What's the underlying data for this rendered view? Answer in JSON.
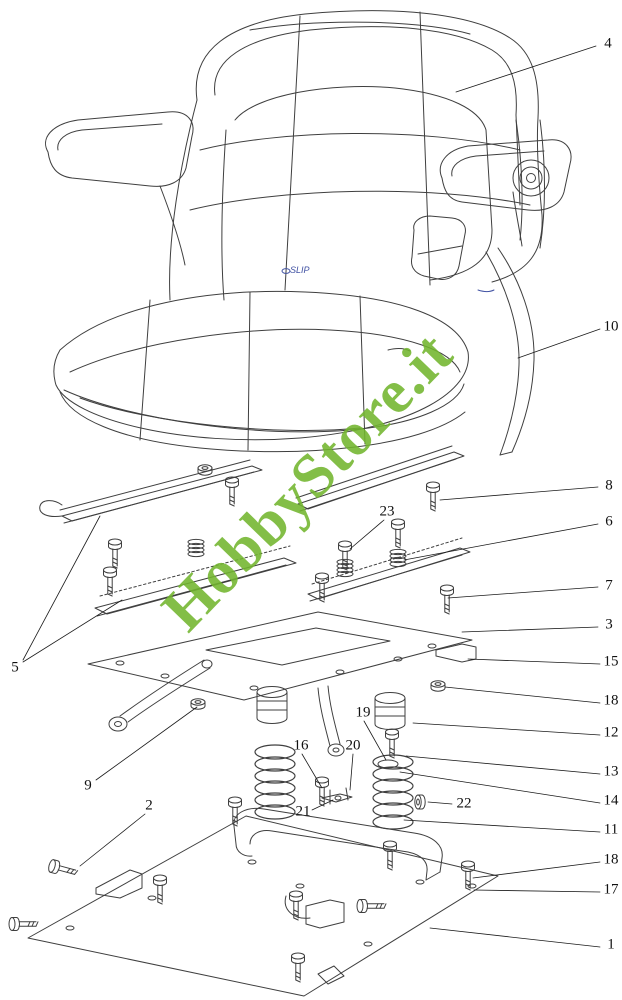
{
  "watermark": {
    "text": "HobbyStore.it",
    "color": "#72b62e"
  },
  "seat_marking": {
    "text": "SLIP",
    "color": "#4152a3"
  },
  "callouts": [
    {
      "label": "4"
    },
    {
      "label": "10"
    },
    {
      "label": "8"
    },
    {
      "label": "23"
    },
    {
      "label": "6"
    },
    {
      "label": "7"
    },
    {
      "label": "3"
    },
    {
      "label": "15"
    },
    {
      "label": "18"
    },
    {
      "label": "12"
    },
    {
      "label": "19"
    },
    {
      "label": "16"
    },
    {
      "label": "20"
    },
    {
      "label": "13"
    },
    {
      "label": "14"
    },
    {
      "label": "21"
    },
    {
      "label": "22"
    },
    {
      "label": "11"
    },
    {
      "label": "2"
    },
    {
      "label": "18"
    },
    {
      "label": "17"
    },
    {
      "label": "1"
    },
    {
      "label": "5"
    },
    {
      "label": "9"
    }
  ]
}
